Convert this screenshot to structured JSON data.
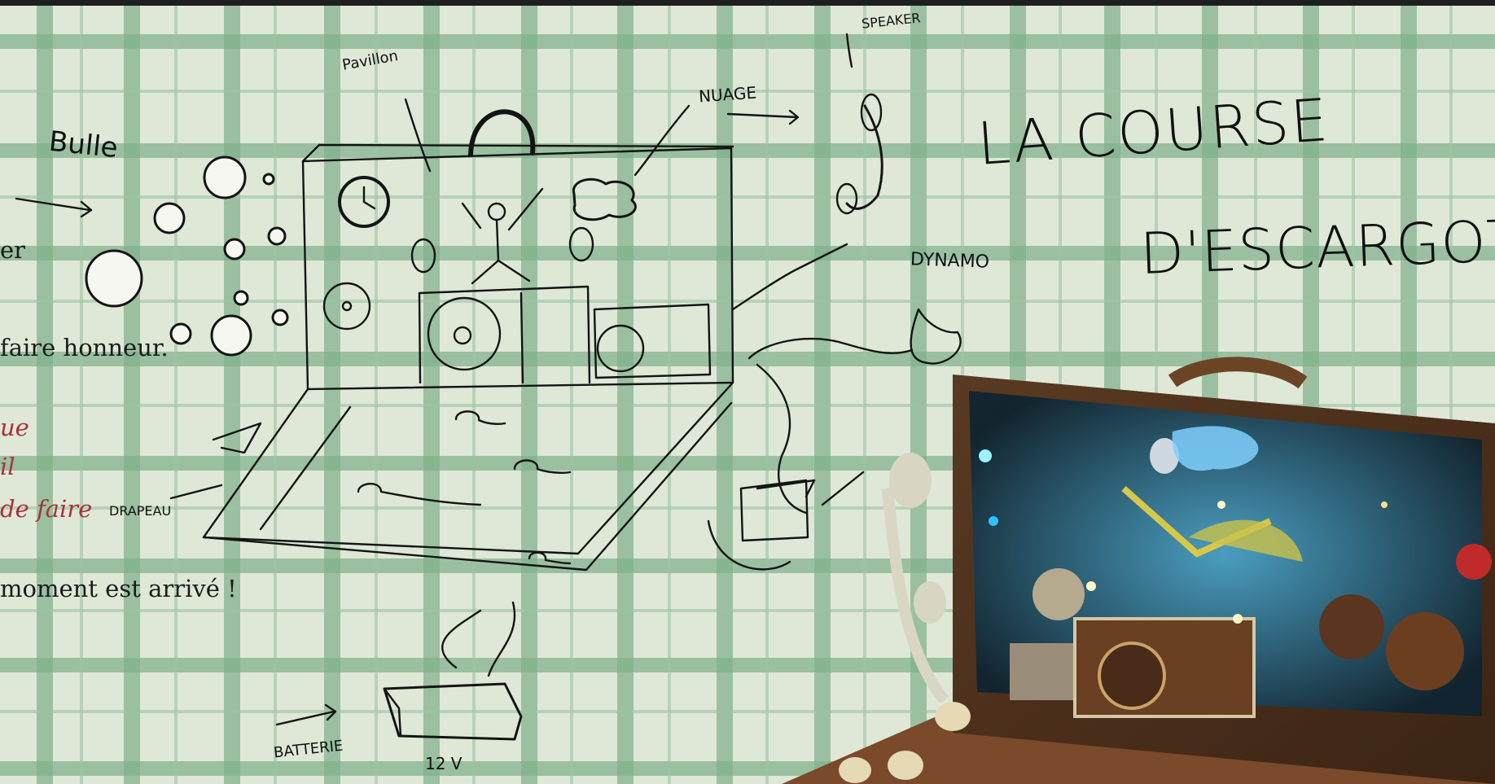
{
  "title": {
    "line1": "LA COURSE",
    "line2": "D'ESCARGOTS"
  },
  "left_text": {
    "line_er": "er",
    "line_honneur": "faire honneur.",
    "line_ue": "ue",
    "line_il": "il",
    "line_defaire": "de faire",
    "line_moment": "moment est arrivé !"
  },
  "sketch_labels": {
    "bulle": "Bulle",
    "pavillon": "Pavillon",
    "nuage": "NUAGE",
    "speaker": "SPEAKER",
    "dynamo": "DYNAMO",
    "drapeau": "DRAPEAU",
    "batterie": "BATTERIE",
    "voltage": "12 V"
  },
  "colors": {
    "paper": "#dfe8d6",
    "grid": "#7fb08c",
    "red_text": "#a8323a",
    "ink": "#111111"
  },
  "icons": [
    "clock-icon",
    "telephone-handset-icon",
    "snail-icon",
    "battery-icon",
    "cloud-icon",
    "flag-icon",
    "bubble-icon"
  ]
}
